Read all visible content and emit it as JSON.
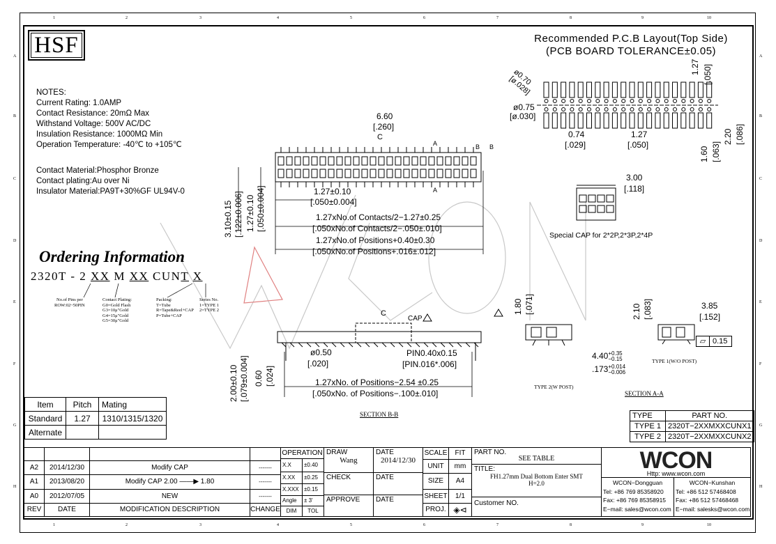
{
  "zones": {
    "top": [
      "1",
      "2",
      "3",
      "4",
      "5",
      "6",
      "7",
      "8",
      "9",
      "10"
    ],
    "side": [
      "A",
      "B",
      "C",
      "D",
      "E",
      "F",
      "G",
      "H"
    ]
  },
  "hsf": "HSF",
  "notes": [
    "NOTES:",
    "Current Rating: 1.0AMP",
    "Contact Resistance: 20mΩ Max",
    "Withstand Voltage: 500V AC/DC",
    "Insulation Resistance: 1000MΩ Min",
    "Operation Temperature: -40℃ to +105℃"
  ],
  "materials": [
    "Contact Material:Phosphor Bronze",
    "Contact plating:Au over Ni",
    "Insulator Material:PA9T+30%GF UL94V-0"
  ],
  "pcb": {
    "title1": "Recommended P.C.B Layout(Top Side)",
    "title2": "(PCB BOARD TOLERANCE±0.05)",
    "d070": "ø0.70",
    "d028": "[ø.028]",
    "d075": "ø0.75",
    "d030": "[ø.030]",
    "d074": "0.74",
    "d029": "[.029]",
    "d127": "1.27",
    "d050": "[.050]",
    "d127v": "1.27",
    "d050v": "[.050]",
    "d160": "1.60",
    "d063": "[.063]",
    "d220": "2.20",
    "d086": "[.086]"
  },
  "top_view": {
    "d660": "6.60",
    "d260": "[.260]",
    "pitch": "1.27±0.10",
    "pitch_in": "[.050±0.004]",
    "c1": "1.27xNo.of  Contacts/2−1.27±0.25",
    "c1_in": "[.050xNo.of  Contacts/2−.050±.010]",
    "c2": "1.27xNo.of  Positions+0.40±0.30",
    "c2_in": "[.050xNo.of  Positions+.016±.012]",
    "v1": "3.10±0.15",
    "v1_in": "[.122±0.006]",
    "v2": "1.27±0.10",
    "v2_in": "[.050±0.004]",
    "cl": "C",
    "a": "A",
    "b": "B"
  },
  "special_cap": {
    "d300": "3.00",
    "d118": "[.118]",
    "label": "Special  CAP  for  2*2P,2*3P,2*4P"
  },
  "ordering": {
    "title": "Ordering Information",
    "pn_parts": [
      "2320T - 2 ",
      "XX",
      " M ",
      "XX",
      " CUN",
      "T",
      " ",
      "X"
    ],
    "pins": [
      "No.of Pins per",
      "ROW:02~50PIN"
    ],
    "plating": [
      "Contact Plating:",
      "G0=Gold Flash",
      "G3=10μ\"Gold",
      "G4=15μ\"Gold",
      "G5=30μ\"Gold"
    ],
    "packing": [
      "Packing:",
      "T=Tube",
      "R=Tape&Reel+CAP",
      "P=Tube+CAP"
    ],
    "series": [
      "Series No.",
      "1=TYPE 1",
      "2=TYPE 2"
    ]
  },
  "side_view": {
    "cap": "CAP",
    "cl": "C",
    "d050": "ø0.50",
    "d020": "[.020]",
    "pin": "PIN0.40x0.15",
    "pin_in": "[PIN.016*.006]",
    "v1": "2.00±0.10",
    "v1_in": "[.079±0.004]",
    "v2": "0.60",
    "v2_in": "[.024]",
    "h1": "1.27xNo.  of  Positions−2.54  ±0.25",
    "h1_in": "[.050xNo.  of  Positions−.100±.010]",
    "section": "SECTION  B-B"
  },
  "section_a": {
    "d180": "1.80",
    "d071": "[.071]",
    "d440": "4.40",
    "tol_p": "+0.35",
    "tol_m": "−0.15",
    "d173": ".173",
    "tol_p2": "+0.014",
    "tol_m2": "−0.006",
    "type2": "TYPE  2(W POST)",
    "d210": "2.10",
    "d083": "[.083]",
    "d385": "3.85",
    "d152": "[.152]",
    "flat": "0.15",
    "type1": "TYPE  1(W/O  POST)",
    "section": "SECTION  A-A"
  },
  "mating_table": {
    "headers": [
      "Item",
      "Pitch",
      "Mating"
    ],
    "rows": [
      [
        "Standard",
        "1.27",
        "1310/1315/1320"
      ],
      [
        "Alternate",
        "",
        ""
      ]
    ]
  },
  "part_table": {
    "headers": [
      "TYPE",
      "PART NO."
    ],
    "rows": [
      [
        "TYPE  1",
        "2320T−2XXMXXCUNX1"
      ],
      [
        "TYPE  2",
        "2320T−2XXMXXCUNX2"
      ]
    ]
  },
  "title_block": {
    "revs": [
      {
        "rev": "A2",
        "date": "2014/12/30",
        "desc": "Modify  CAP",
        "change": "-------"
      },
      {
        "rev": "A1",
        "date": "2013/08/20",
        "desc": "Modify  CAP  2.00 ——▶ 1.80",
        "change": "-------"
      },
      {
        "rev": "A0",
        "date": "2012/07/05",
        "desc": "NEW",
        "change": "-------"
      }
    ],
    "hdr_rev": "REV",
    "hdr_date": "DATE",
    "hdr_desc": "MODIFICATION  DESCRIPTION",
    "hdr_change": "CHANGE",
    "operation": "OPERATION",
    "tol": [
      [
        "X.X",
        "±0.40"
      ],
      [
        "X.XX",
        "±0.25"
      ],
      [
        "X.XXX",
        "±0.15"
      ],
      [
        "Angle",
        "± 3'"
      ]
    ],
    "dim": "DIM",
    "tol_lbl": "TOL",
    "draw": "DRAW",
    "draw_name": "Wang",
    "check": "CHECK",
    "approve": "APPROVE",
    "date_lbl": "DATE",
    "draw_date": "2014/12/30",
    "scale": "SCALE",
    "fit": "FIT",
    "unit": "UNIT",
    "mm": "mm",
    "size": "SIZE",
    "a4": "A4",
    "sheet": "SHEET",
    "sheet_val": "1/1",
    "proj": "PROJ.",
    "part_no": "PART NO.",
    "see_table": "SEE  TABLE",
    "title_lbl": "TITLE:",
    "title_val": "FH1.27mm  Dual  Bottom  Enter  SMT",
    "title_val2": "H=2.0",
    "customer": "Customer  NO.",
    "logo": "WCON",
    "http": "Http:  www.wcon.com",
    "dg": "WCON−Dongguan",
    "dg_tel": "Tel: +86  769  85358920",
    "dg_fax": "Fax: +86  769  85358915",
    "dg_mail": "E−mail: sales@wcon.com",
    "ks": "WCON−Kunshan",
    "ks_tel": "Tel: +86  512  57468408",
    "ks_fax": "Fax: +86  512  57468468",
    "ks_mail": "E−mail: salesks@wcon.com"
  }
}
